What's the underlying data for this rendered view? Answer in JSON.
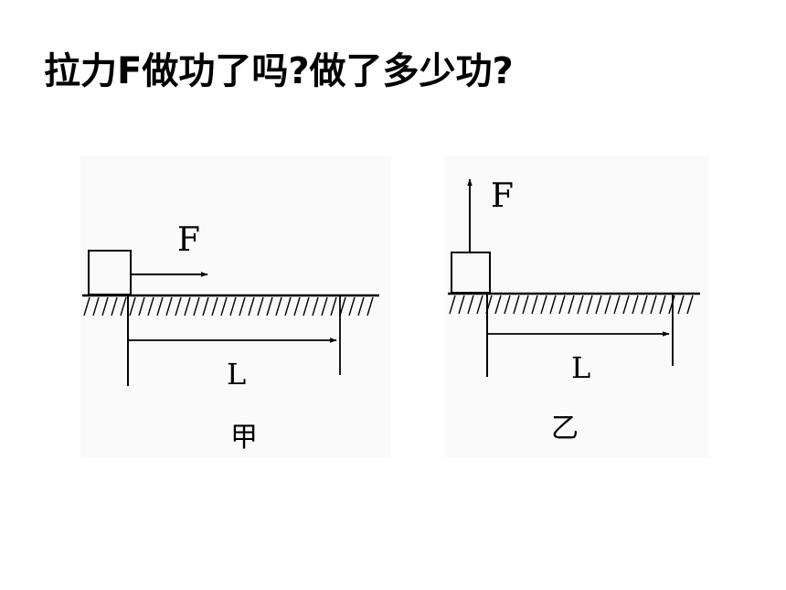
{
  "title": "拉力F做功了吗?做了多少功?",
  "colors": {
    "ink": "#000000",
    "panel_background": "#fafafa",
    "page_background": "#ffffff"
  },
  "panels": [
    {
      "force_label": "F",
      "force_direction": "horizontal-right",
      "distance_label": "L",
      "caption": "甲"
    },
    {
      "force_label": "F",
      "force_direction": "vertical-up",
      "distance_label": "L",
      "caption": "乙"
    }
  ]
}
